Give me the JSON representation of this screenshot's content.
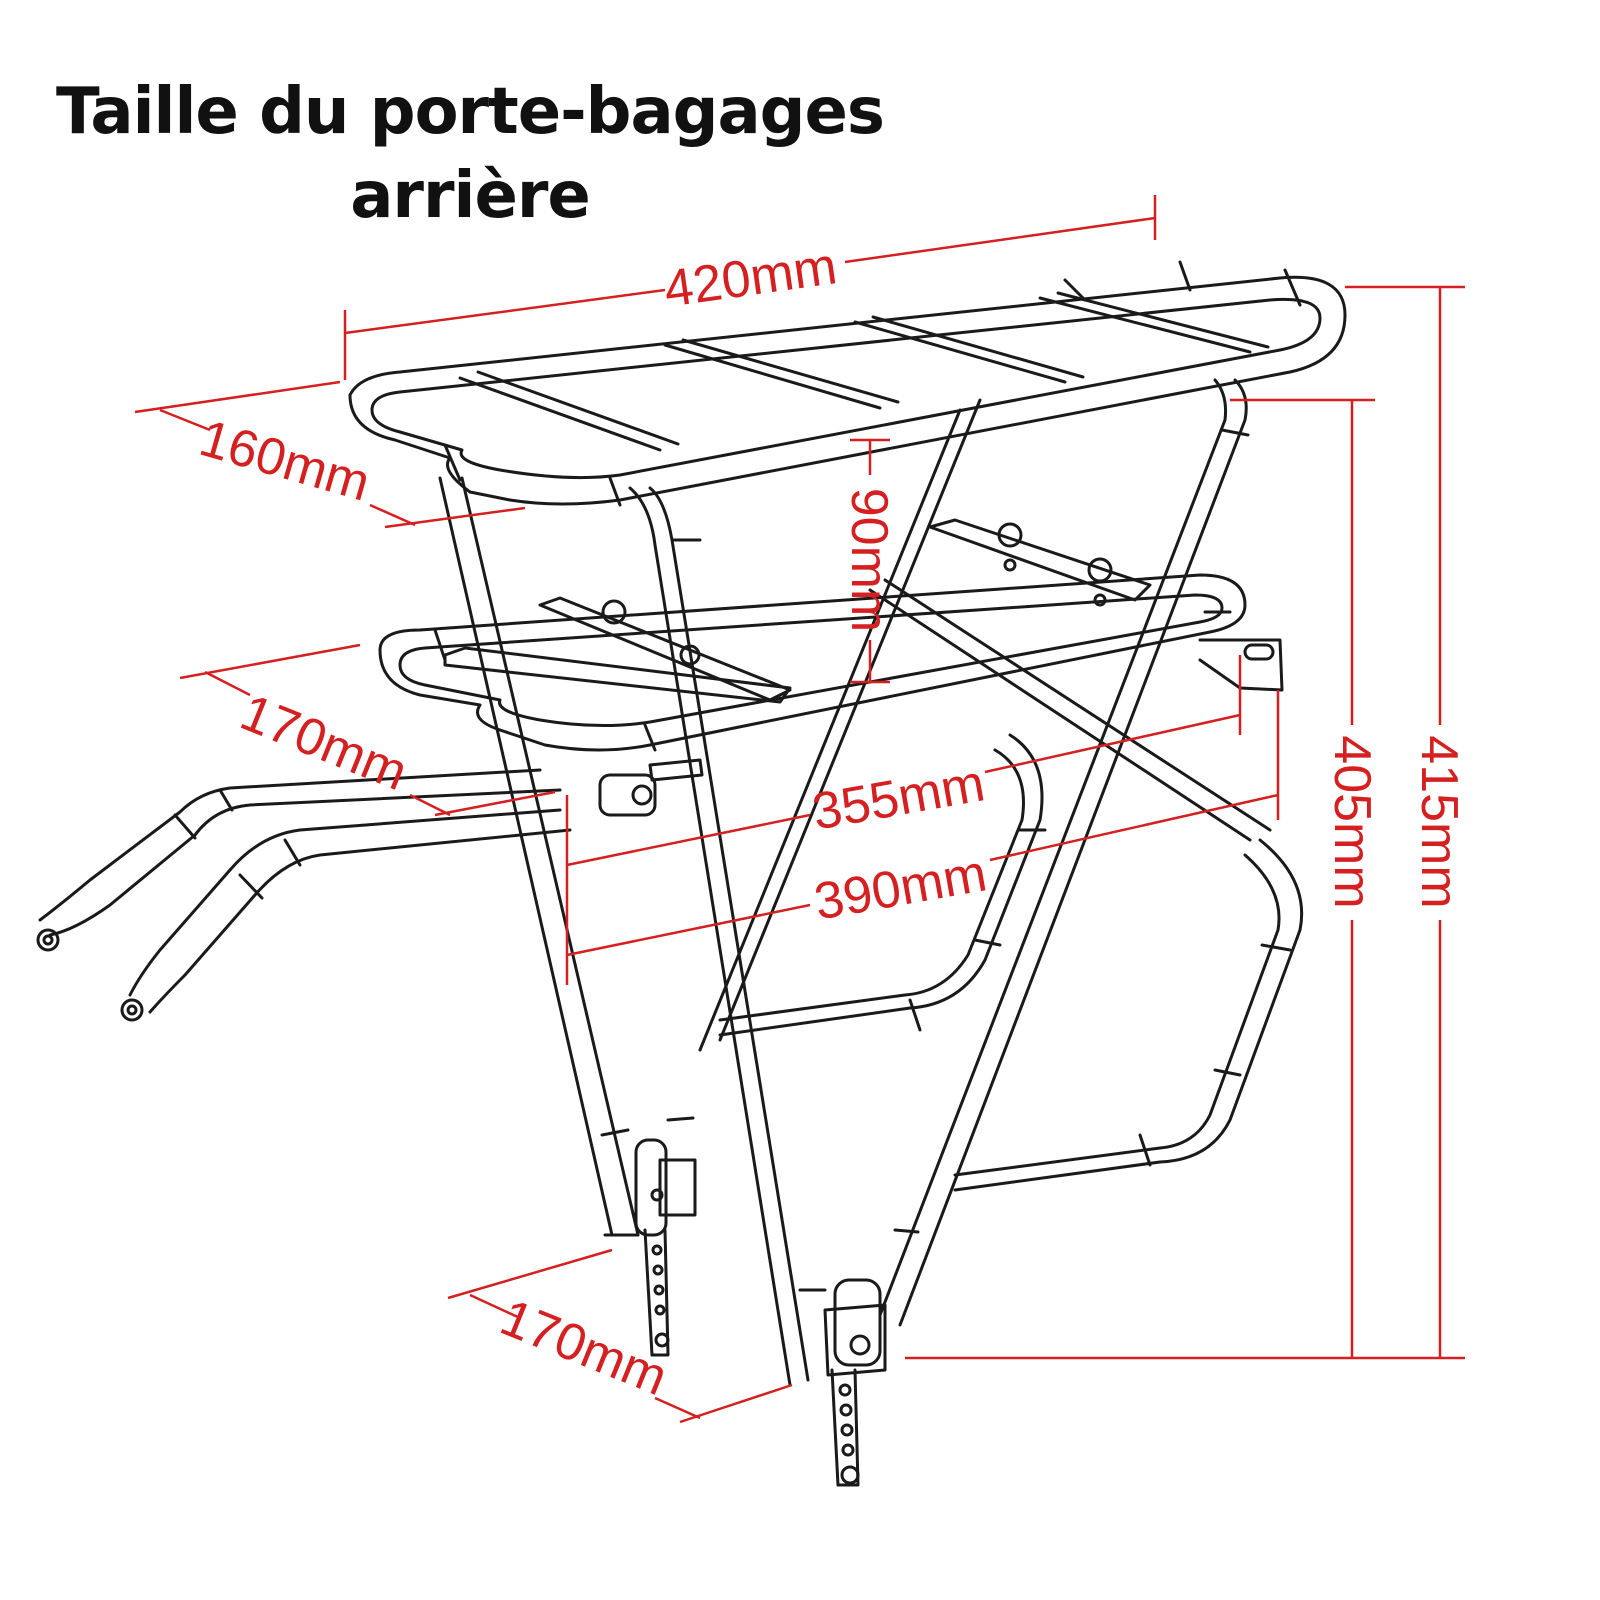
{
  "title": {
    "line1": "Taille du porte-bagages",
    "line2": "arrière"
  },
  "dimensions": {
    "length_top": "420mm",
    "width_top": "160mm",
    "rail_gap": "90mm",
    "width_lower": "170mm",
    "lower_length_inner": "355mm",
    "lower_length_outer": "390mm",
    "height_inner": "405mm",
    "height_outer": "415mm",
    "width_legs": "170mm"
  },
  "colors": {
    "dimension_line": "#d42020",
    "frame_line": "#1a1a1a"
  }
}
